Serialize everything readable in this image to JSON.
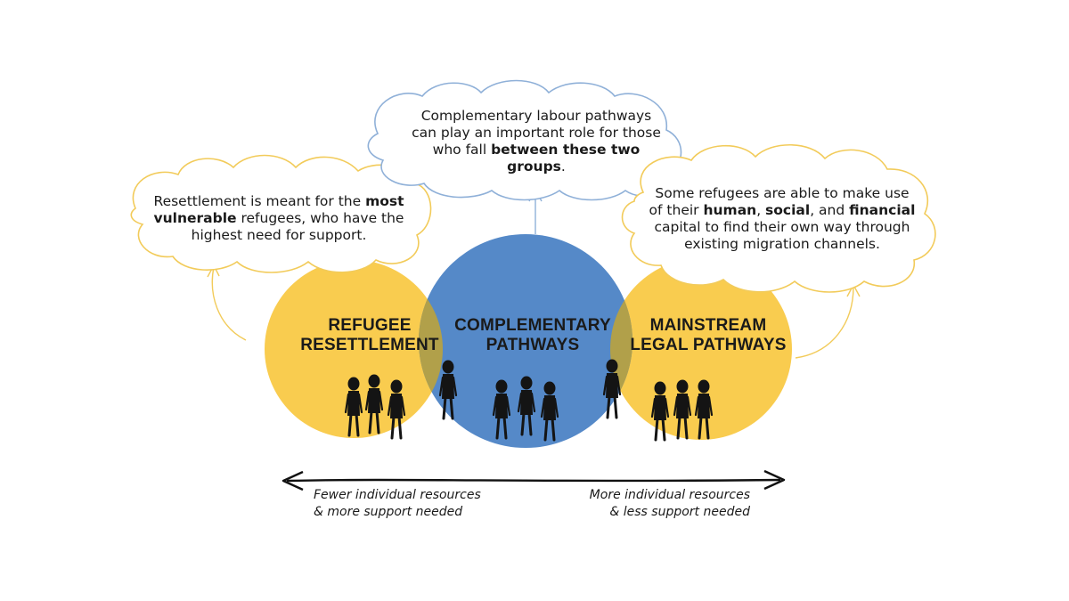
{
  "clouds": {
    "left": {
      "parts": [
        {
          "text": "Resettlement is meant for the ",
          "bold": false
        },
        {
          "text": "most vulnerable",
          "bold": true
        },
        {
          "text": " refugees, who have the highest need for support.",
          "bold": false
        }
      ]
    },
    "top": {
      "parts": [
        {
          "text": "Complementary labour pathways can play an important role for those who fall ",
          "bold": false
        },
        {
          "text": "between these two groups",
          "bold": true
        },
        {
          "text": ".",
          "bold": false
        }
      ]
    },
    "right": {
      "parts": [
        {
          "text": "Some refugees are able to make use of their ",
          "bold": false
        },
        {
          "text": "human",
          "bold": true
        },
        {
          "text": ", ",
          "bold": false
        },
        {
          "text": "social",
          "bold": true
        },
        {
          "text": ", and ",
          "bold": false
        },
        {
          "text": "financial",
          "bold": true
        },
        {
          "text": " capital to find their own way through existing migration channels.",
          "bold": false
        }
      ]
    }
  },
  "circles": {
    "left": {
      "line1": "REFUGEE",
      "line2": "RESETTLEMENT"
    },
    "center": {
      "line1": "COMPLEMENTARY",
      "line2": "PATHWAYS"
    },
    "right": {
      "line1": "MAINSTREAM",
      "line2": "LEGAL PATHWAYS"
    }
  },
  "axis": {
    "left": {
      "line1": "Fewer individual resources",
      "line2": "& more support needed"
    },
    "right": {
      "line1": "More individual resources",
      "line2": "& less support needed"
    }
  },
  "colors": {
    "yellow": "#f9cc4f",
    "blue": "#5589c8",
    "overlap": "#b1a04a",
    "yellow_outline": "#f2cb5a",
    "blue_outline": "#8fb0d8",
    "figure": "#141414"
  }
}
